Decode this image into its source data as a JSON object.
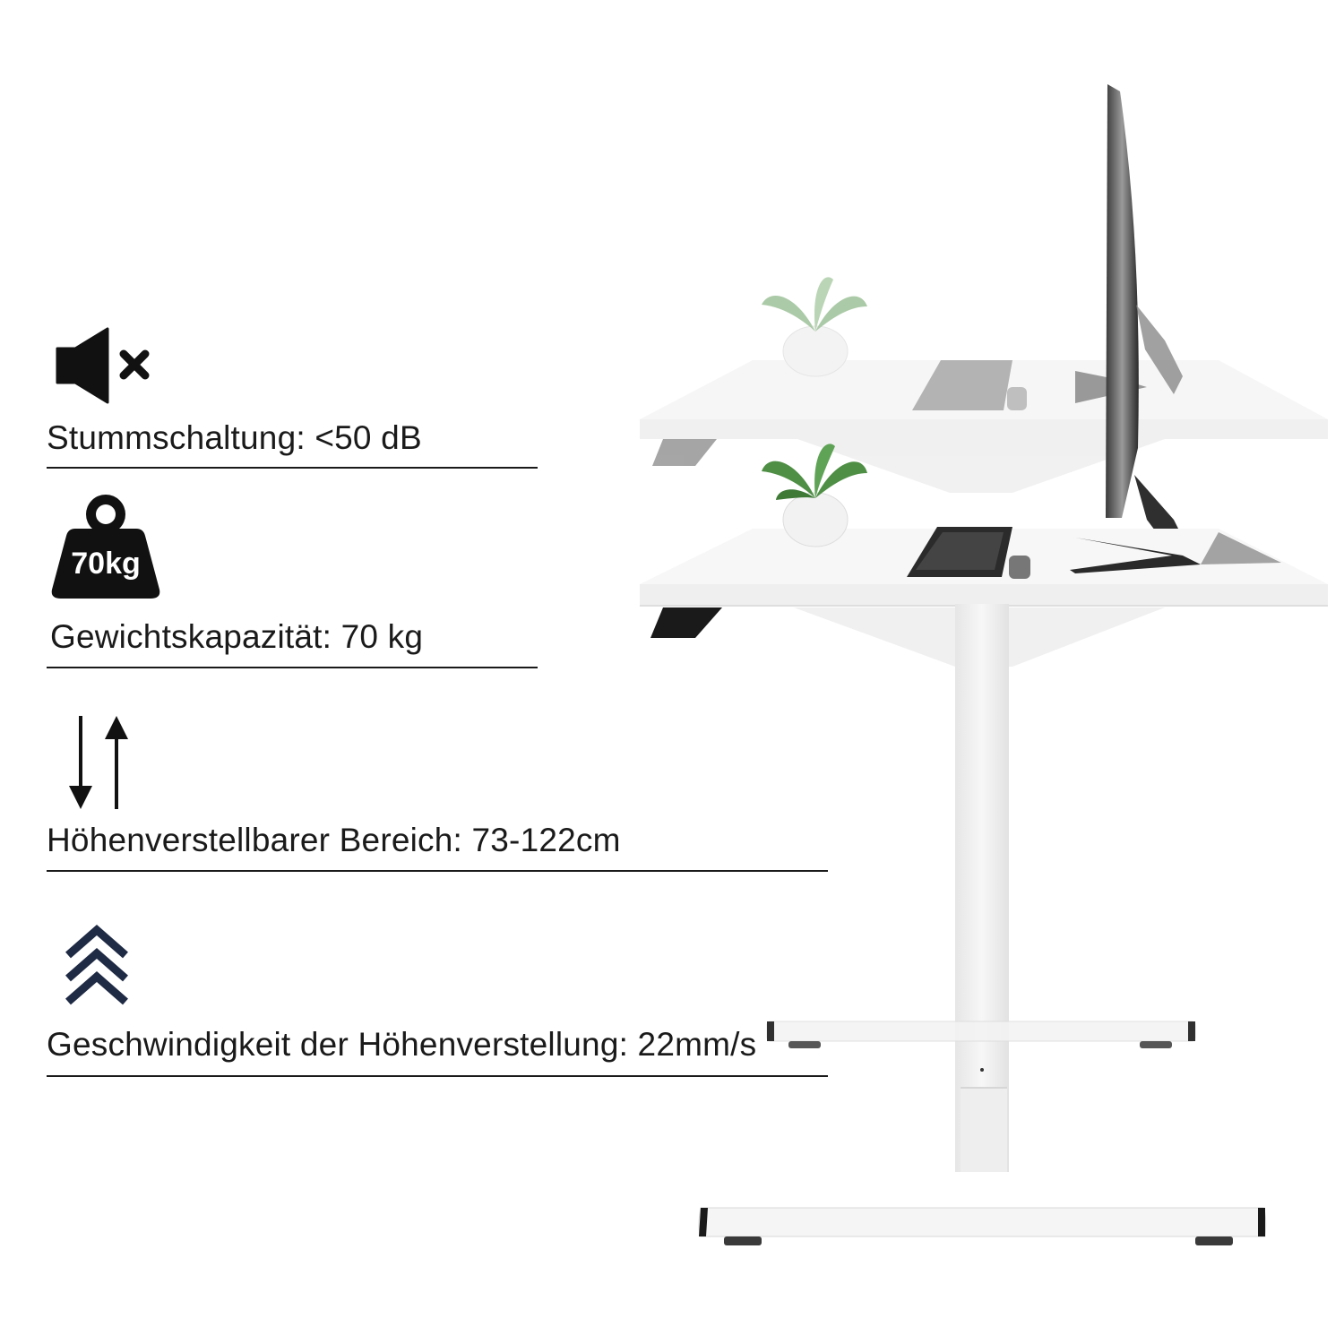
{
  "features": [
    {
      "icon": "speaker-mute-icon",
      "label": "Stummschaltung: <50 dB"
    },
    {
      "icon": "weight-icon",
      "icon_text": "70kg",
      "label": "Gewichtskapazität: 70 kg"
    },
    {
      "icon": "up-down-arrows-icon",
      "label": "Höhenverstellbarer Bereich: 73-122cm"
    },
    {
      "icon": "chevrons-up-icon",
      "label": "Geschwindigkeit der Höhenverstellung: 22mm/s"
    }
  ],
  "colors": {
    "text": "#1a1a1a",
    "desk_top": "#f7f7f7",
    "frame": "#f2f2f2",
    "icon_navy": "#1f2a44"
  }
}
